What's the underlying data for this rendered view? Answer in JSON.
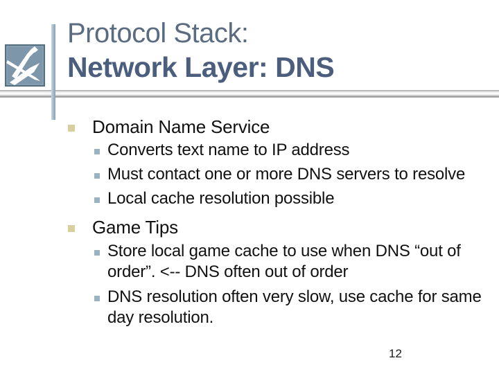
{
  "slide": {
    "title": {
      "line1": "Protocol Stack:",
      "line2": "Network Layer: DNS"
    },
    "bullets": [
      {
        "level": 1,
        "text": "Domain Name Service"
      },
      {
        "level": 2,
        "text": "Converts text name to IP address"
      },
      {
        "level": 2,
        "text": "Must contact one or more DNS servers to resolve"
      },
      {
        "level": 2,
        "text": "Local cache resolution possible"
      },
      {
        "level": 1,
        "text": "Game Tips"
      },
      {
        "level": 2,
        "text": "Store local game cache to use when DNS “out of order”. <-- DNS often out of order"
      },
      {
        "level": 2,
        "text": "DNS resolution often very slow, use cache for same day resolution."
      }
    ],
    "page_number": "12",
    "icons": {
      "logo": "crossed-darts-logo"
    },
    "colors": {
      "title_line1": "#5b6b80",
      "title_line2": "#4c5e7d",
      "body_text": "#111111",
      "bullet_level1": "#d7cf9e",
      "bullet_level2": "#9ab3c1",
      "logo_fill": "#7d96aa",
      "logo_border": "#54707f",
      "accent_bar": "#a6bccb",
      "divider_gray": "#8f8f8f",
      "background": "#ffffff"
    }
  }
}
